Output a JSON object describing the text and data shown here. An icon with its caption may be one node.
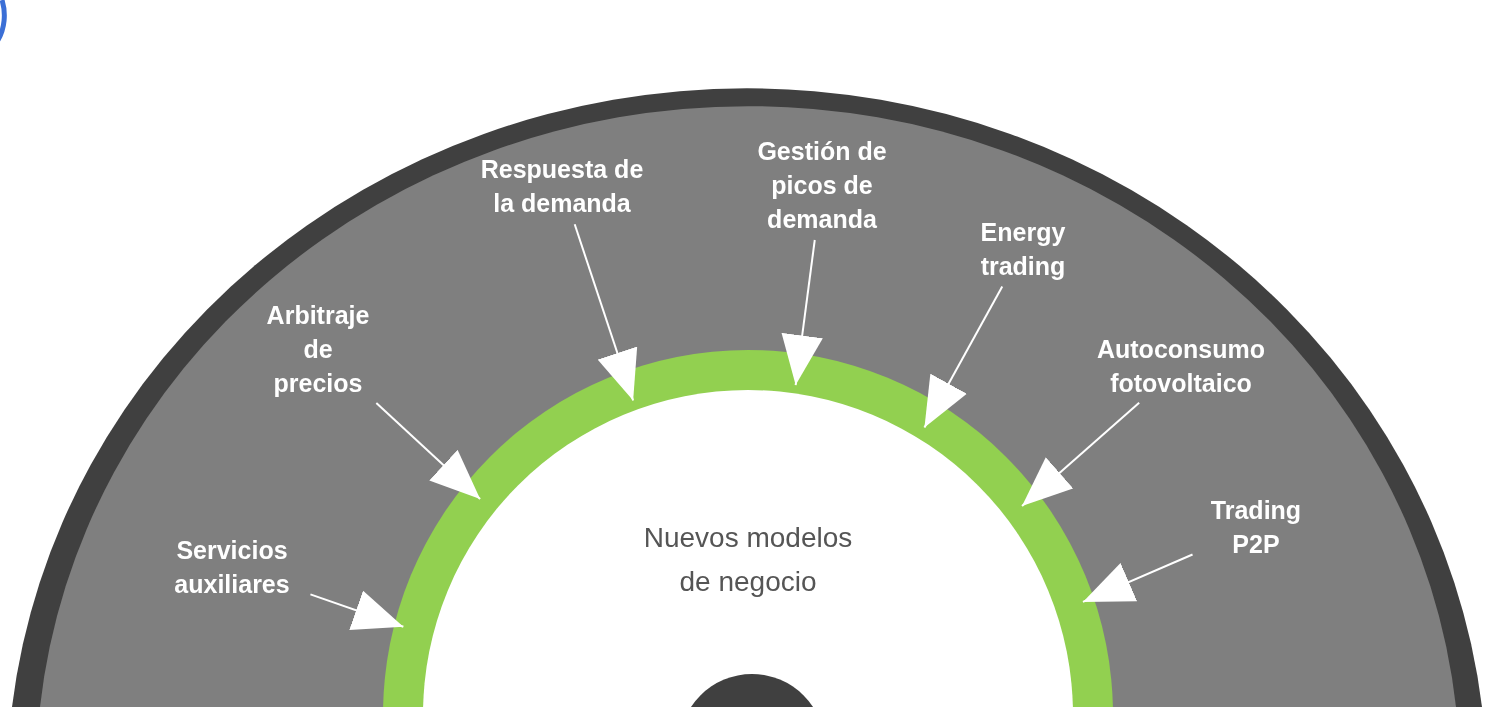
{
  "diagram": {
    "nodes": [
      {
        "text": [
          "Servicios auxiliares"
        ]
      },
      {
        "text": [
          "Arbitraje de precios"
        ]
      },
      {
        "text": [
          "Respuesta de la demanda"
        ]
      },
      {
        "text": [
          "Gestión de picos de demanda"
        ]
      },
      {
        "text": [
          "Energy trading"
        ]
      },
      {
        "text": [
          "Autoconsumo fotovoltaico"
        ]
      },
      {
        "text": [
          "Trading P2P"
        ]
      },
      {
        "text": [
          "Nuevos modelos de negocio"
        ]
      },
      {
        "text": [],
        "shape": "semicircle",
        "in": 7
      }
    ],
    "edges": [
      {
        "from": 0,
        "to": 7,
        "arrow": "to"
      },
      {
        "from": 1,
        "to": 7,
        "arrow": "to"
      },
      {
        "from": 2,
        "to": 7,
        "arrow": "to"
      },
      {
        "from": 3,
        "to": 7,
        "arrow": "to"
      },
      {
        "from": 4,
        "to": 7,
        "arrow": "to"
      },
      {
        "from": 5,
        "to": 7,
        "arrow": "to"
      },
      {
        "from": 6,
        "to": 7,
        "arrow": "to"
      }
    ]
  }
}
